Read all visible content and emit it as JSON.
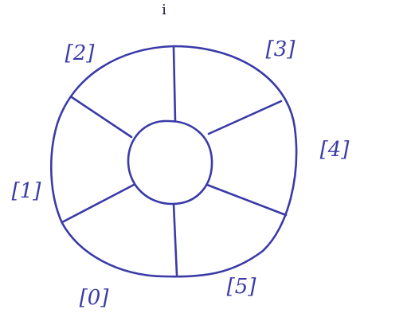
{
  "diagram": {
    "top_mark": "i",
    "ink_color": "#3a3aa8",
    "background_color": "#ffffff",
    "segments": [
      {
        "label": "[0]"
      },
      {
        "label": "[1]"
      },
      {
        "label": "[2]"
      },
      {
        "label": "[3]"
      },
      {
        "label": "[4]"
      },
      {
        "label": "[5]"
      }
    ]
  }
}
